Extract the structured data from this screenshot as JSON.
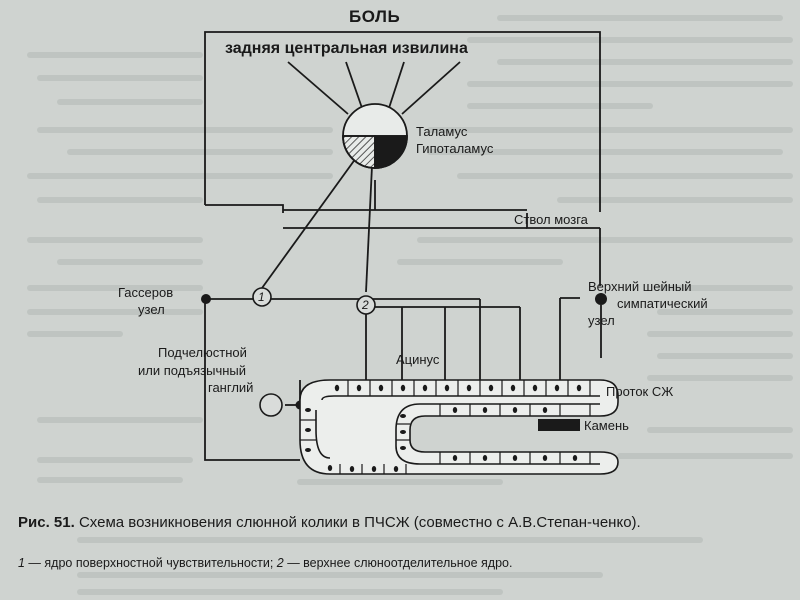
{
  "diagram": {
    "title": "БОЛЬ",
    "subtitle": "задняя центральная извилина",
    "labels": {
      "thalamus": "Таламус",
      "hypothalamus": "Гипоталамус",
      "brainstem": "Ствол мозга",
      "gasser_line1": "Гассеров",
      "gasser_line2": "узел",
      "cervical_line1": "Верхний шейный",
      "cervical_line2": "симпатический",
      "cervical_line3": "узел",
      "submandibular_line1": "Подчелюстной",
      "submandibular_line2": "или подъязычный",
      "submandibular_line3": "ганглий",
      "acinus": "Ацинус",
      "duct": "Проток СЖ",
      "stone": "Камень",
      "node1": "1",
      "node2": "2"
    }
  },
  "caption": {
    "fig_label": "Рис. 51.",
    "text": "Схема возникновения слюнной колики в ПЧСЖ (совместно с А.В.Степан-ченко).",
    "legend_num1": "1",
    "legend_text1": " — ядро поверхностной чувствительности; ",
    "legend_num2": "2",
    "legend_text2": " — верхнее слюноотделительное ядро."
  },
  "colors": {
    "background": "#cfd3d0",
    "ink": "#1a1a1a",
    "bleed_text": "#aab0ac"
  }
}
